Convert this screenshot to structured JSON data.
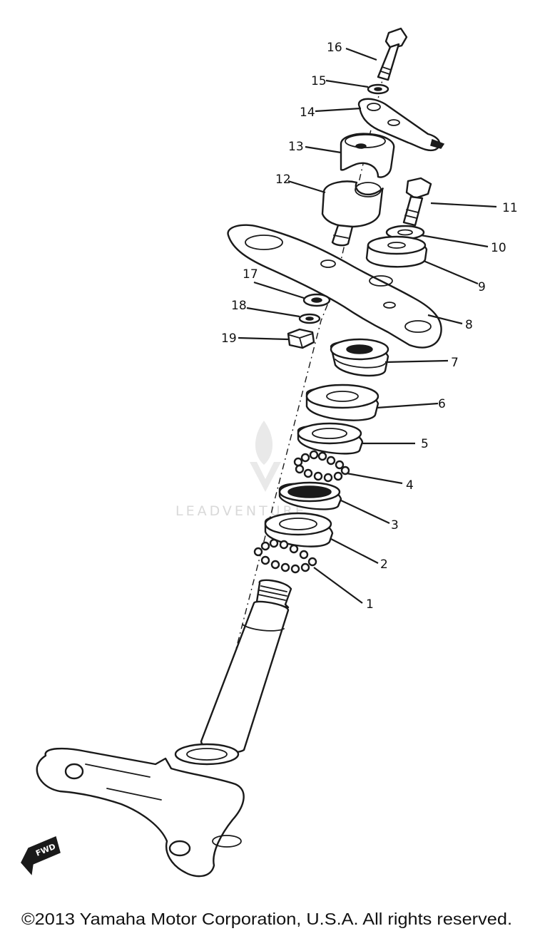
{
  "diagram": {
    "callouts": [
      "1",
      "2",
      "3",
      "4",
      "5",
      "6",
      "7",
      "8",
      "9",
      "10",
      "11",
      "12",
      "13",
      "14",
      "15",
      "16",
      "17",
      "18",
      "19"
    ],
    "fwd_label": "FWD",
    "watermark": "LEADVENTURE",
    "copyright": "©2013 Yamaha Motor Corporation, U.S.A. All rights reserved."
  }
}
